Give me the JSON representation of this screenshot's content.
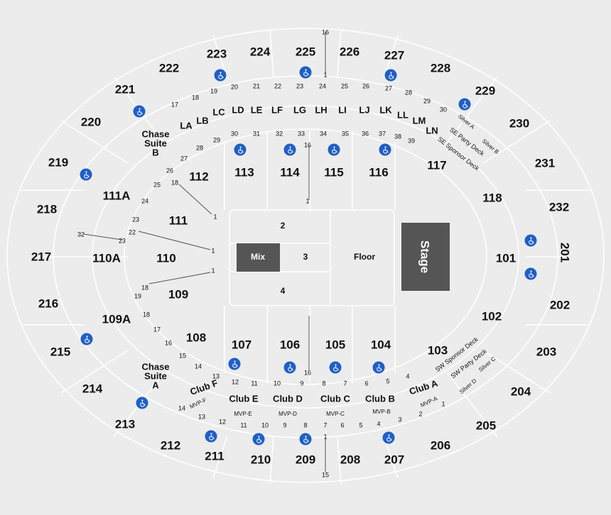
{
  "venue": {
    "stage_label": "Stage",
    "floor_label": "Floor",
    "mix_label": "Mix",
    "floor_sections": {
      "top": "2",
      "middle": "3",
      "bottom": "4"
    }
  },
  "upper_sections": [
    "201",
    "202",
    "203",
    "204",
    "205",
    "206",
    "207",
    "208",
    "209",
    "210",
    "211",
    "212",
    "213",
    "214",
    "215",
    "216",
    "217",
    "218",
    "219",
    "220",
    "221",
    "222",
    "223",
    "224",
    "225",
    "226",
    "227",
    "228",
    "229",
    "230",
    "231",
    "232"
  ],
  "lower_sections": [
    "101",
    "102",
    "103",
    "104",
    "105",
    "106",
    "107",
    "108",
    "109",
    "109A",
    "110",
    "110A",
    "111",
    "111A",
    "112",
    "113",
    "114",
    "115",
    "116",
    "117",
    "118"
  ],
  "suites": {
    "north": [
      "LA",
      "LB",
      "LC",
      "LD",
      "LE",
      "LF",
      "LG",
      "LH",
      "LI",
      "LJ",
      "LK",
      "LL",
      "LM",
      "LN"
    ],
    "chase_b": "Chase\nSuite\nB",
    "chase_a": "Chase\nSuite\nA",
    "clubs": [
      "Club F",
      "Club E",
      "Club D",
      "Club C",
      "Club B",
      "Club A"
    ],
    "mvp": [
      "MVP-F",
      "MVP-E",
      "MVP-D",
      "MVP-C",
      "MVP-B",
      "MVP-A"
    ],
    "decks": [
      "SE Party Deck",
      "SE Sponsor Deck",
      "SW Sponsor Deck",
      "SW Party Deck"
    ],
    "silver": [
      "Silver A",
      "Silver B",
      "Silver C",
      "Silver D"
    ]
  },
  "accessible_icon": "wheelchair-icon",
  "colors": {
    "accent": "#1f5fc6",
    "stage": "#555555",
    "line": "#ffffff",
    "bg": "#ececec"
  }
}
